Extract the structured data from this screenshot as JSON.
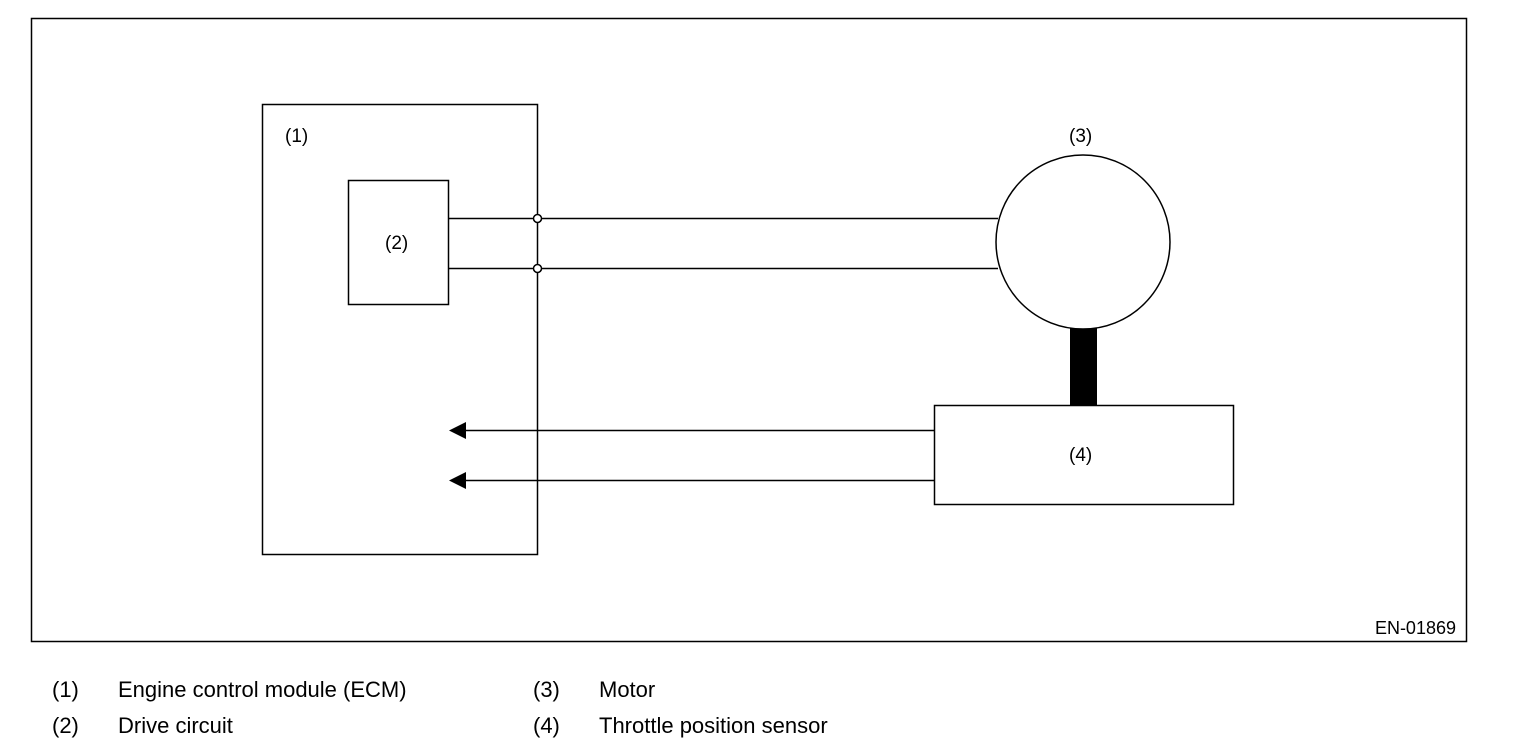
{
  "diagram": {
    "labels": {
      "ecm": "(1)",
      "drive_circuit": "(2)",
      "motor": "(3)",
      "throttle_sensor": "(4)"
    },
    "code": "EN-01869"
  },
  "legend": [
    {
      "num": "(1)",
      "text": "Engine control module (ECM)"
    },
    {
      "num": "(2)",
      "text": "Drive circuit"
    },
    {
      "num": "(3)",
      "text": "Motor"
    },
    {
      "num": "(4)",
      "text": "Throttle position sensor"
    }
  ]
}
